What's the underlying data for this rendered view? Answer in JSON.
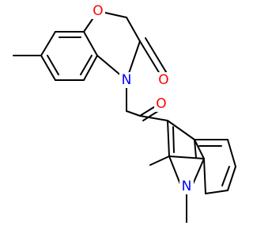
{
  "molecule": {
    "atoms": {
      "ring_oxygen": {
        "symbol": "O",
        "color": "#ff0000"
      },
      "carbonyl_oxygen_lactam": {
        "symbol": "O",
        "color": "#ff0000"
      },
      "carbonyl_oxygen_ketone": {
        "symbol": "O",
        "color": "#ff0000"
      },
      "lactam_nitrogen": {
        "symbol": "N",
        "color": "#0000ff"
      },
      "indole_nitrogen": {
        "symbol": "N",
        "color": "#0000ff"
      }
    },
    "bond_color": "#000000"
  }
}
